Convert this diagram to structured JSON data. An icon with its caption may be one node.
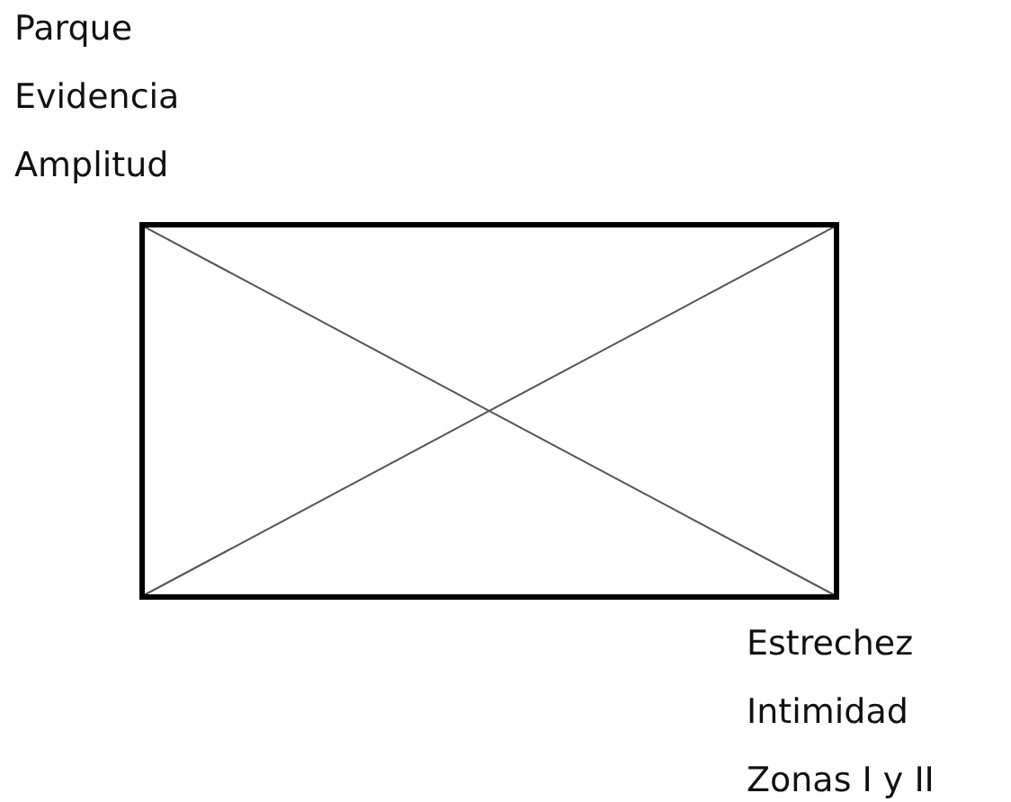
{
  "diagram": {
    "labels": [
      "Parque",
      "Evidencia",
      "Amplitud",
      "Estrechez",
      "Intimidad",
      "Zonas I y II"
    ]
  }
}
